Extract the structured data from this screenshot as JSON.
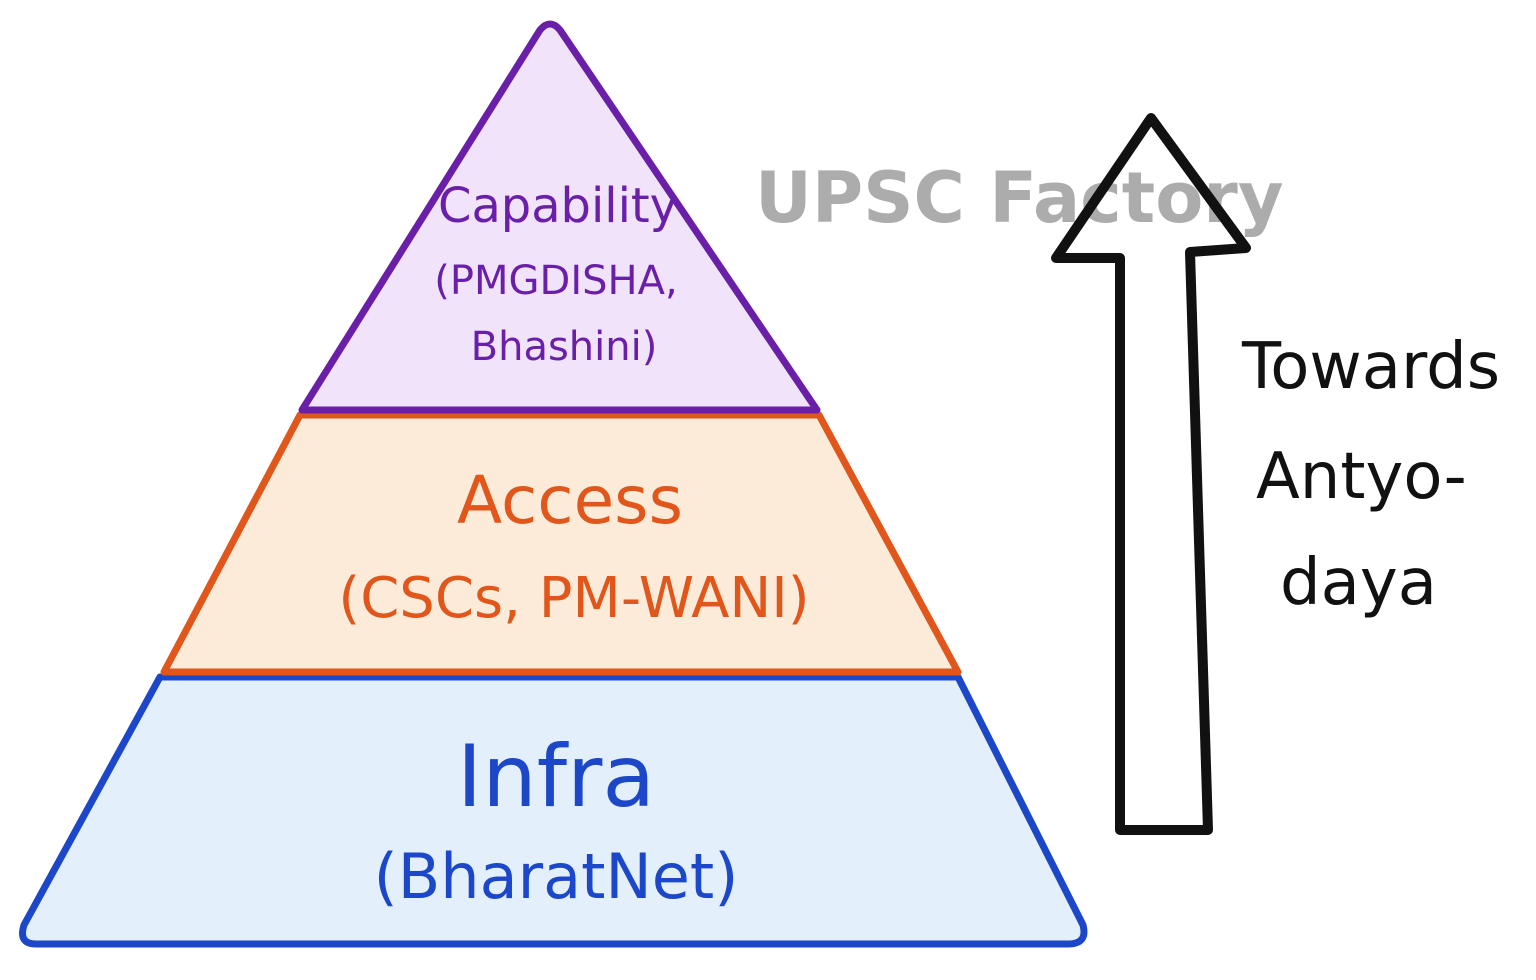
{
  "diagram": {
    "type": "pyramid",
    "tiers": [
      {
        "title": "Capability",
        "subtitle_lines": [
          "(PMGDISHA,",
          "Bhashini)"
        ],
        "color": "#6a1fa8",
        "fill": "#f1e3fa"
      },
      {
        "title": "Access",
        "subtitle_lines": [
          "(CSCs, PM-WANI)"
        ],
        "color": "#e0561b",
        "fill": "#fdebd9"
      },
      {
        "title": "Infra",
        "subtitle_lines": [
          "(BharatNet)"
        ],
        "color": "#1b47c8",
        "fill": "#e3effb"
      }
    ],
    "arrow": {
      "direction": "up",
      "label_lines": [
        "Towards",
        "Antyo-",
        "daya"
      ],
      "color": "#111111"
    },
    "watermark": "UPSC Factory"
  }
}
